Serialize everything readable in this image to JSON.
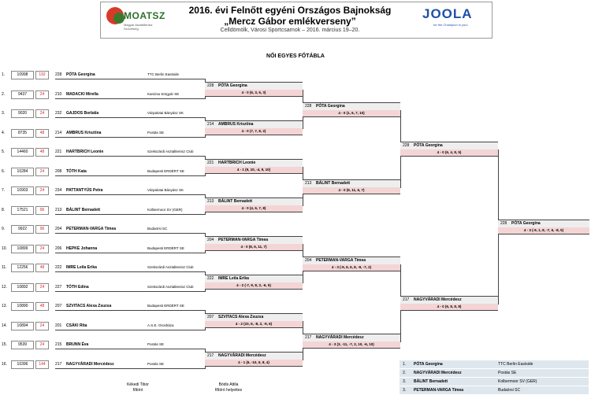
{
  "header": {
    "org_logo": "MOATSZ",
    "org_logo_sub": "Magyar Asztalitenisz Szövetség",
    "sponsor_logo": "JOOLA",
    "sponsor_sub": "for the Champion in you!",
    "title_line1": "2016. évi Felnőtt egyéni Országos Bajnokság",
    "title_line2": "„Mercz Gábor emlékverseny”",
    "venue": "Celldömölk, Városi Sportcsarnok  –  2016. március 19–20."
  },
  "subtitle": "NŐI EGYES FŐTÁBLA",
  "round1": [
    {
      "n": "1.",
      "id": "10998",
      "seed": "192",
      "code": "228",
      "name": "PÓTA Georgina",
      "club": "TTC Berlin Eastside"
    },
    {
      "n": "2.",
      "id": "9437",
      "seed": "24",
      "code": "210",
      "name": "MADACKI Mirella",
      "club": "Kanizsa Sörgyár SE"
    },
    {
      "n": "3.",
      "id": "9020",
      "seed": "24",
      "code": "232",
      "name": "GAJDOS Borbála",
      "club": "Várpalotai Bányász SK"
    },
    {
      "n": "4.",
      "id": "8735",
      "seed": "48",
      "code": "214",
      "name": "AMBRUS Krisztina",
      "club": "Postás SE"
    },
    {
      "n": "5.",
      "id": "14460",
      "seed": "48",
      "code": "221",
      "name": "HARTBRICH Leonie",
      "club": "Szekszárdi Asztalitenisz Club"
    },
    {
      "n": "6.",
      "id": "10284",
      "seed": "24",
      "code": "208",
      "name": "TÓTH Kata",
      "club": "Budapesti ERDÉRT SE"
    },
    {
      "n": "7.",
      "id": "10903",
      "seed": "24",
      "code": "234",
      "name": "PATTANTYÚS Petra",
      "club": "Várpalotai Bányász SK"
    },
    {
      "n": "8.",
      "id": "17521",
      "seed": "96",
      "code": "213",
      "name": "BÁLINT Bernadett",
      "club": "Kolbermoor SV (GER)"
    },
    {
      "n": "9.",
      "id": "9922",
      "seed": "96",
      "code": "204",
      "name": "PETERMAN-VARGA Tímea",
      "club": "Budaörsi SC"
    },
    {
      "n": "10.",
      "id": "10899",
      "seed": "24",
      "code": "206",
      "name": "HEPKE Johanna",
      "club": "Budapesti ERDÉRT SE"
    },
    {
      "n": "11.",
      "id": "12256",
      "seed": "48",
      "code": "222",
      "name": "IMRE Leila Erika",
      "club": "Szekszárdi Asztalitenisz Club"
    },
    {
      "n": "12.",
      "id": "10892",
      "seed": "24",
      "code": "227",
      "name": "TÓTH Edina",
      "club": "Szekszárdi Asztalitenisz Club"
    },
    {
      "n": "13.",
      "id": "10890",
      "seed": "48",
      "code": "207",
      "name": "SZVITACS Alexa Zsuzsa",
      "club": "Budapesti ERDÉRT SE"
    },
    {
      "n": "14.",
      "id": "10894",
      "seed": "24",
      "code": "201",
      "name": "CSÁKI Rita",
      "club": "A.S.E. Orosháza"
    },
    {
      "n": "15.",
      "id": "9539",
      "seed": "24",
      "code": "215",
      "name": "BRUNN Éva",
      "club": "Postás SE"
    },
    {
      "n": "16.",
      "id": "10396",
      "seed": "144",
      "code": "217",
      "name": "NAGYVÁRADI Mercédesz",
      "club": "Postás SE"
    }
  ],
  "round2": [
    {
      "code": "228",
      "name": "PÓTA Georgina",
      "score": "4 - 0  (6, 3, 6, 3)"
    },
    {
      "code": "214",
      "name": "AMBRUS Krisztina",
      "score": "4 - 0  (7, 7, 8, 2)"
    },
    {
      "code": "221",
      "name": "HARTBRICH Leonie",
      "score": "4 - 1  (9, 10, -4, 9, 10)"
    },
    {
      "code": "213",
      "name": "BÁLINT Bernadett",
      "score": "4 - 0  (4, 6, 7, 8)"
    },
    {
      "code": "204",
      "name": "PETERMAN-VARGA Tímea",
      "score": "4 - 0  (8, 6, 11, 7)"
    },
    {
      "code": "222",
      "name": "IMRE Leila Erika",
      "score": "4 - 2  (-7, 9, 8, 3, -6, 5)"
    },
    {
      "code": "207",
      "name": "SZVITACS Alexa Zsuzsa",
      "score": "4 - 2  (10, 6, -8, 2, -9, 6)"
    },
    {
      "code": "217",
      "name": "NAGYVÁRADI Mercédesz",
      "score": "4 - 1  (6, -10, 6, 8, 4)"
    }
  ],
  "round3": [
    {
      "code": "228",
      "name": "PÓTA Georgina",
      "score": "4 - 0  (1, 6, 7, 10)"
    },
    {
      "code": "213",
      "name": "BÁLINT Bernadett",
      "score": "4 - 0  (9, 11, 6, 7)"
    },
    {
      "code": "204",
      "name": "PETERMAN-VARGA Tímea",
      "score": "4 - 3  (-9, 6, 6, 8, -9, -7, 2)"
    },
    {
      "code": "217",
      "name": "NAGYVÁRADI Mercédesz",
      "score": "4 - 3  (3, -11, -7, 2, 10, -6, 10)"
    }
  ],
  "round4": [
    {
      "code": "228",
      "name": "PÓTA Georgina",
      "score": "4 - 0  (6, 4, 8, 5)"
    },
    {
      "code": "217",
      "name": "NAGYVÁRADI Mercédesz",
      "score": "4 - 0  (6, 8, 8, 8)"
    }
  ],
  "final": {
    "code": "228",
    "name": "PÓTA Georgina",
    "score": "4 - 3  (-9, 1, 8, -7, 6, -8, 5)"
  },
  "results": [
    {
      "pos": "1.",
      "name": "PÓTA Georgina",
      "club": "TTC Berlin Eastside"
    },
    {
      "pos": "2.",
      "name": "NAGYVÁRADI Mercédesz",
      "club": "Postás SE"
    },
    {
      "pos": "3.",
      "name": "BÁLINT Bernadett",
      "club": "Kolbermoor SV (GER)"
    },
    {
      "pos": "3.",
      "name": "PETERMAN-VARGA Tímea",
      "club": "Budaörsi SC"
    }
  ],
  "signatures": [
    {
      "name": "Kékedi Tibor",
      "role": "főbíró"
    },
    {
      "name": "Bódis Attila",
      "role": "főbíró helyettes"
    }
  ]
}
